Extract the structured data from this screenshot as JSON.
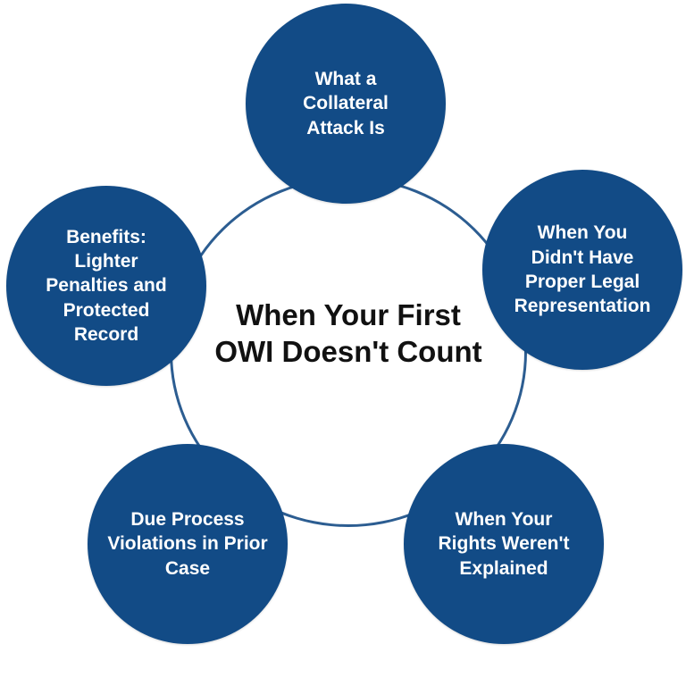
{
  "diagram": {
    "center_title": "When Your First\nOWI Doesn't Count",
    "nodes": [
      {
        "id": "top",
        "label": "What a\nCollateral\nAttack Is"
      },
      {
        "id": "right",
        "label": "When You\nDidn't Have\nProper Legal\nRepresentation"
      },
      {
        "id": "bottom-right",
        "label": "When Your\nRights Weren't\nExplained"
      },
      {
        "id": "bottom-left",
        "label": "Due Process\nViolations in Prior\nCase"
      },
      {
        "id": "left",
        "label": "Benefits:\nLighter\nPenalties and\nProtected\nRecord"
      }
    ],
    "colors": {
      "node_fill": "#124b86",
      "ring_stroke": "#2c5d91",
      "node_text": "#ffffff",
      "center_text": "#111111"
    }
  }
}
